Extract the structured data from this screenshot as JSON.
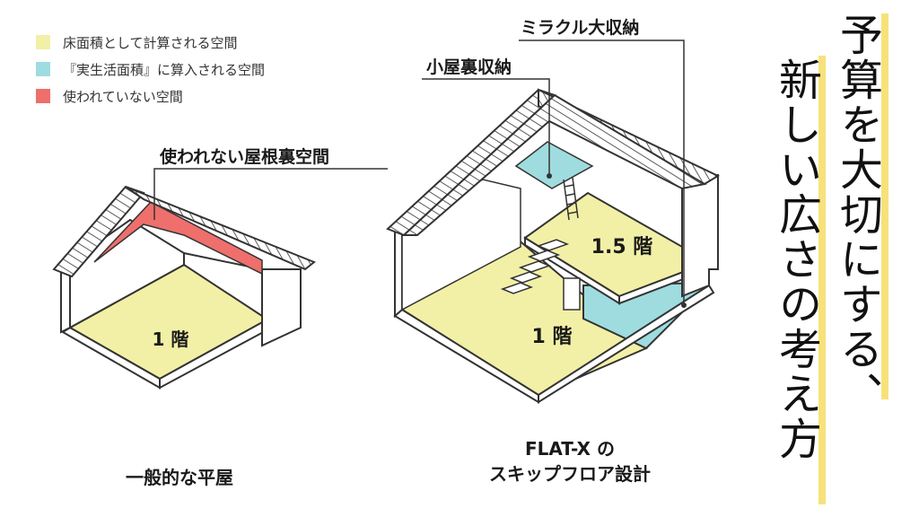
{
  "legend": [
    {
      "text": "床面積として計算される空間",
      "color": "#f2f0a6"
    },
    {
      "text": "『実生活面積』に算入される空間",
      "color": "#9fdcdf"
    },
    {
      "text": "使われていない空間",
      "color": "#ee6f6b"
    }
  ],
  "callouts": {
    "unused_attic": "使われない屋根裏空間",
    "miracle_storage": "ミラクル大収納",
    "attic_storage": "小屋裏収納"
  },
  "floors": {
    "left_floor": "1 階",
    "right_mid": "1.5 階",
    "right_floor": "1 階"
  },
  "captions": {
    "left": "一般的な平屋",
    "right_line1": "FLAT-X の",
    "right_line2": "スキップフロア設計"
  },
  "headline": {
    "line1": "予算を大切にする、",
    "line2": "新しい広さの考え方"
  },
  "colors": {
    "floor_yellow": "#f2f0a6",
    "storage_cyan": "#9fdcdf",
    "unused_red": "#ee6f6b",
    "highlight_yellow": "#f7e27a"
  }
}
